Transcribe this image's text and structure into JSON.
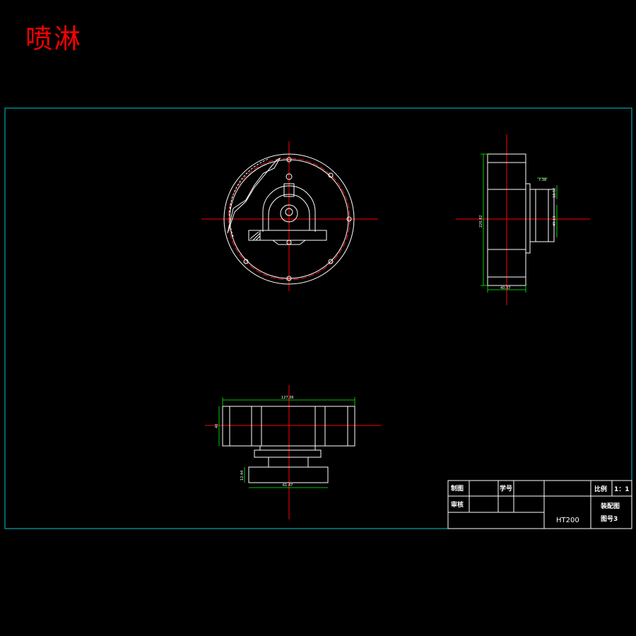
{
  "title": "喷淋",
  "colors": {
    "background": "#000000",
    "border": "#00c8c8",
    "geometry": "#ffffff",
    "centerline": "#ff0000",
    "dimension": "#00ff00",
    "title": "#ff0000"
  },
  "dimensions": {
    "side_height": "220.82",
    "side_width": "40.37",
    "side_small_1": "7.38",
    "side_small_2": "18.52",
    "side_small_3": "49.13",
    "bottom_width": "127.36",
    "bottom_height": "40",
    "bottom_base_width": "61.47",
    "bottom_base_height": "12.44"
  },
  "title_block": {
    "draw_label": "制图",
    "student_no_label": "学号",
    "review_label": "审核",
    "scale_label": "比例",
    "scale_value": "1：1",
    "drawing_type": "装配图",
    "drawing_no": "图号3",
    "material": "HT200"
  }
}
